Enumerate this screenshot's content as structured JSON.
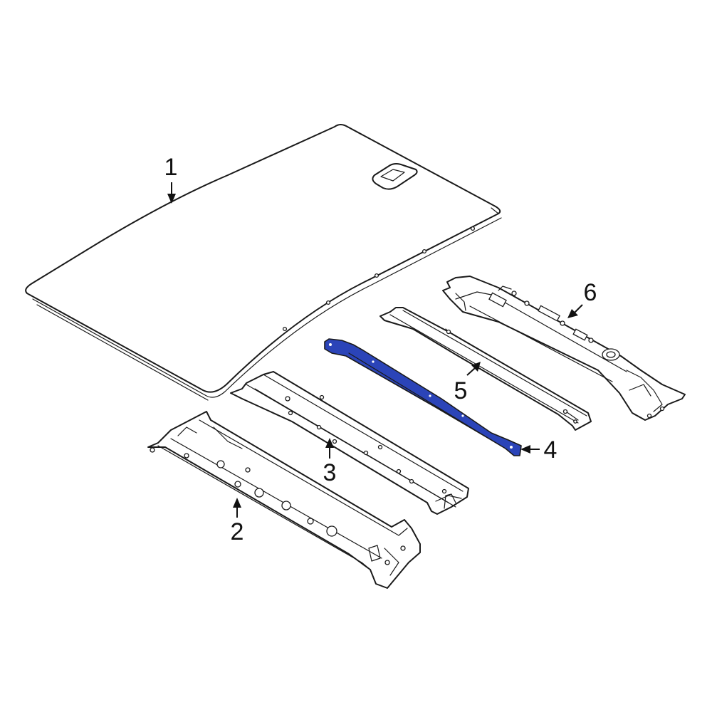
{
  "diagram": {
    "highlight_color": "#2b44b8",
    "line_color": "#1a1a1a",
    "background": "#ffffff",
    "callouts": [
      {
        "id": "1",
        "label": "1",
        "part": "roof-panel"
      },
      {
        "id": "2",
        "label": "2",
        "part": "front-header-panel"
      },
      {
        "id": "3",
        "label": "3",
        "part": "roof-bow-front"
      },
      {
        "id": "4",
        "label": "4",
        "part": "roof-bow-center",
        "highlighted": true
      },
      {
        "id": "5",
        "label": "5",
        "part": "roof-bow-rear"
      },
      {
        "id": "6",
        "label": "6",
        "part": "rear-header-panel"
      }
    ]
  }
}
